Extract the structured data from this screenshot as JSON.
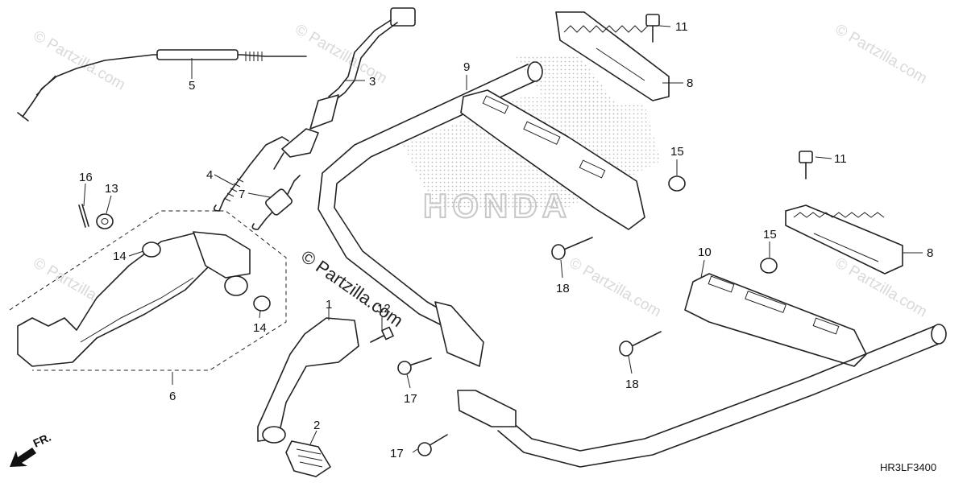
{
  "diagram": {
    "watermark_text": "© Partzilla.com",
    "brand_text": "HONDA",
    "diagram_code": "HR3LF3400",
    "direction_label": "FR.",
    "callouts": [
      "1",
      "2",
      "3",
      "4",
      "5",
      "6",
      "7",
      "8",
      "8",
      "9",
      "10",
      "11",
      "11",
      "12",
      "13",
      "14",
      "14",
      "15",
      "15",
      "16",
      "17",
      "17",
      "18",
      "18"
    ],
    "colors": {
      "line": "#222222",
      "watermark": "#d9d9d9",
      "dots": "#bbbbbb",
      "background": "#ffffff"
    },
    "icons": [
      "direction-arrow-icon"
    ]
  }
}
